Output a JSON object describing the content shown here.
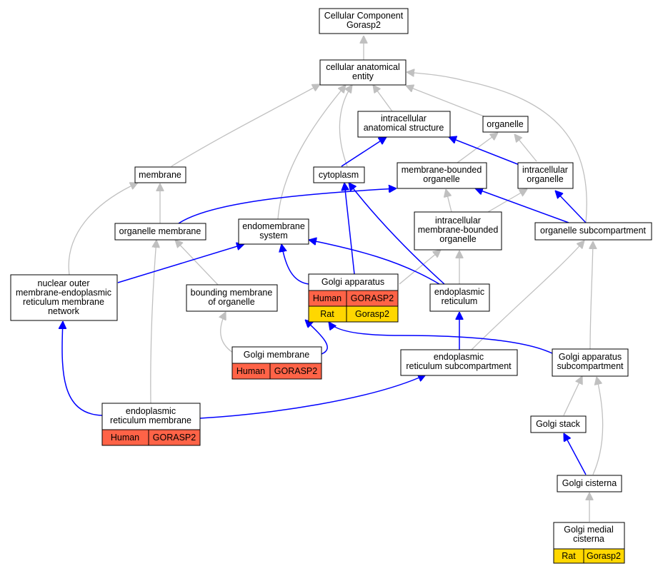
{
  "nodes": {
    "root": {
      "lines": [
        "Cellular Component",
        "Gorasp2"
      ]
    },
    "cae": {
      "lines": [
        "cellular anatomical",
        "entity"
      ]
    },
    "ias": {
      "lines": [
        "intracellular",
        "anatomical structure"
      ]
    },
    "organelle": {
      "lines": [
        "organelle"
      ]
    },
    "membrane": {
      "lines": [
        "membrane"
      ]
    },
    "cytoplasm": {
      "lines": [
        "cytoplasm"
      ]
    },
    "mbo": {
      "lines": [
        "membrane-bounded",
        "organelle"
      ]
    },
    "io": {
      "lines": [
        "intracellular",
        "organelle"
      ]
    },
    "om": {
      "lines": [
        "organelle membrane"
      ]
    },
    "es": {
      "lines": [
        "endomembrane",
        "system"
      ]
    },
    "imbo": {
      "lines": [
        "intracellular",
        "membrane-bounded",
        "organelle"
      ]
    },
    "os": {
      "lines": [
        "organelle subcompartment"
      ]
    },
    "nomern": {
      "lines": [
        "nuclear outer",
        "membrane-endoplasmic",
        "reticulum membrane",
        "network"
      ]
    },
    "bmo": {
      "lines": [
        "bounding membrane",
        "of organelle"
      ]
    },
    "ga": {
      "lines": [
        "Golgi apparatus"
      ],
      "rows": [
        [
          "Human",
          "GORASP2"
        ],
        [
          "Rat",
          "Gorasp2"
        ]
      ]
    },
    "er": {
      "lines": [
        "endoplasmic",
        "reticulum"
      ]
    },
    "gm": {
      "lines": [
        "Golgi membrane"
      ],
      "rows": [
        [
          "Human",
          "GORASP2"
        ]
      ]
    },
    "ers": {
      "lines": [
        "endoplasmic",
        "reticulum subcompartment"
      ]
    },
    "gas": {
      "lines": [
        "Golgi apparatus",
        "subcompartment"
      ]
    },
    "erm": {
      "lines": [
        "endoplasmic",
        "reticulum membrane"
      ],
      "rows": [
        [
          "Human",
          "GORASP2"
        ]
      ]
    },
    "gs": {
      "lines": [
        "Golgi stack"
      ]
    },
    "gc": {
      "lines": [
        "Golgi cisterna"
      ]
    },
    "gmc": {
      "lines": [
        "Golgi medial",
        "cisterna"
      ],
      "rows": [
        [
          "Rat",
          "Gorasp2"
        ]
      ]
    }
  },
  "colors": {
    "is_a_edge": "#c0c0c0",
    "part_of_edge": "#0000ff",
    "human_cell": "#ff6347",
    "rat_cell": "#ffd700"
  }
}
